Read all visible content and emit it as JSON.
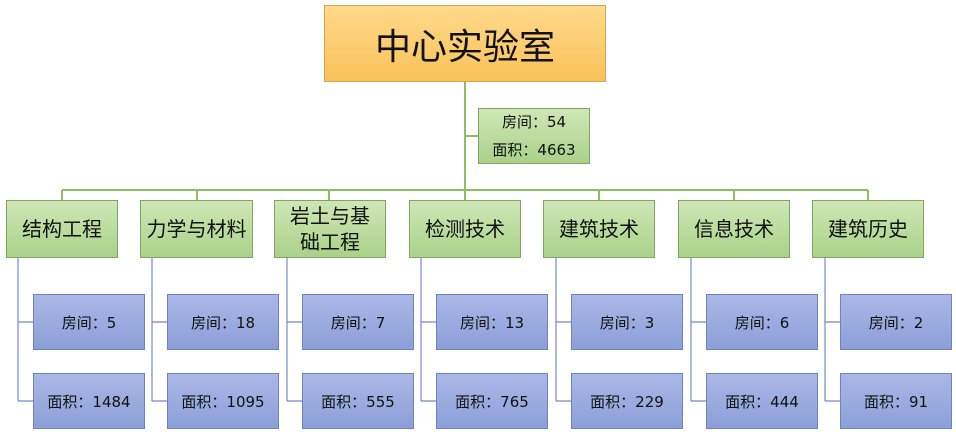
{
  "root": {
    "title": "中心实验室",
    "rooms_text": "房间：54",
    "area_text": "面积：4663"
  },
  "departments": [
    {
      "name": "结构工程",
      "rooms_text": "房间：5",
      "area_text": "面积：1484"
    },
    {
      "name": "力学与材料",
      "rooms_text": "房间：18",
      "area_text": "面积：1095"
    },
    {
      "name": "岩土与基础工程",
      "rooms_text": "房间：7",
      "area_text": "面积：555"
    },
    {
      "name": "检测技术",
      "rooms_text": "房间：13",
      "area_text": "面积：765"
    },
    {
      "name": "建筑技术",
      "rooms_text": "房间：3",
      "area_text": "面积：229"
    },
    {
      "name": "信息技术",
      "rooms_text": "房间：6",
      "area_text": "面积：444"
    },
    {
      "name": "建筑历史",
      "rooms_text": "房间：2",
      "area_text": "面积：91"
    }
  ],
  "colors": {
    "root_fill": "#f8c25a",
    "dept_fill": "#a9d28a",
    "stat_fill": "#8b9fd8",
    "green_line": "#8cc063",
    "blue_line": "#7488c8"
  }
}
